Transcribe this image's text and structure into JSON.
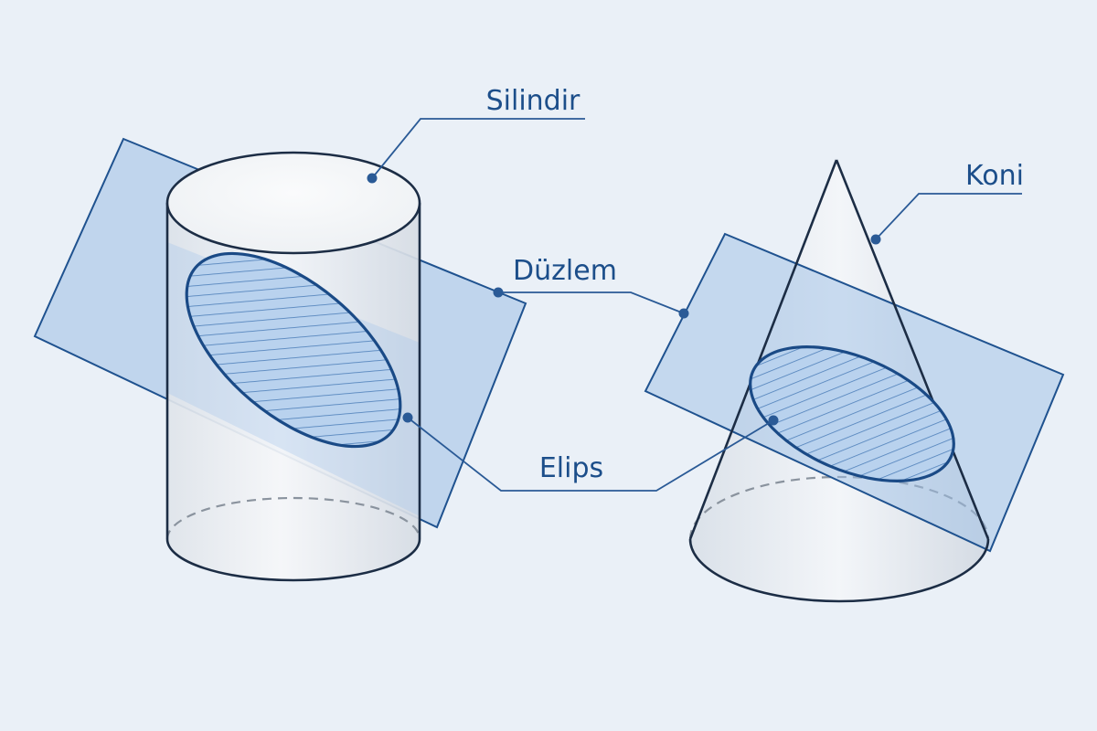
{
  "labels": {
    "cylinder": "Silindir",
    "cone": "Koni",
    "plane": "Düzlem",
    "ellipse": "Elips"
  },
  "colors": {
    "background": "#eaf0f7",
    "outline": "#1c3f6e",
    "accent": "#1c4e8a",
    "plane_fill": "#9dbfe6",
    "ellipse_fill": "#b9d2ee"
  }
}
